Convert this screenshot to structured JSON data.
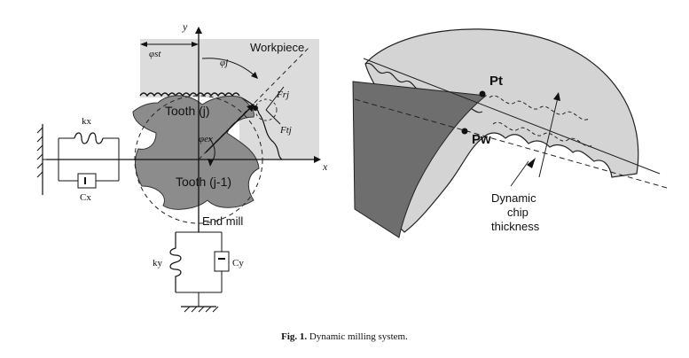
{
  "left_diagram": {
    "workpiece": "Workpiece",
    "axis_x": "x",
    "axis_y": "y",
    "phi_st": "φst",
    "phi_j": "φj",
    "phi_ex": "φex",
    "f_rj": "Frj",
    "f_tj": "Ftj",
    "tooth_j": "Tooth (j)",
    "tooth_j1": "Tooth (j-1)",
    "end_mill": "End mill",
    "kx": "kx",
    "cx": "Cx",
    "ky": "ky",
    "cy": "Cy"
  },
  "right_diagram": {
    "pt": "Pt",
    "pw": "Pw",
    "dynamic_chip_thickness": [
      "Dynamic",
      "chip",
      "thickness"
    ]
  },
  "caption": {
    "label": "Fig. 1.",
    "text": " Dynamic milling system."
  }
}
